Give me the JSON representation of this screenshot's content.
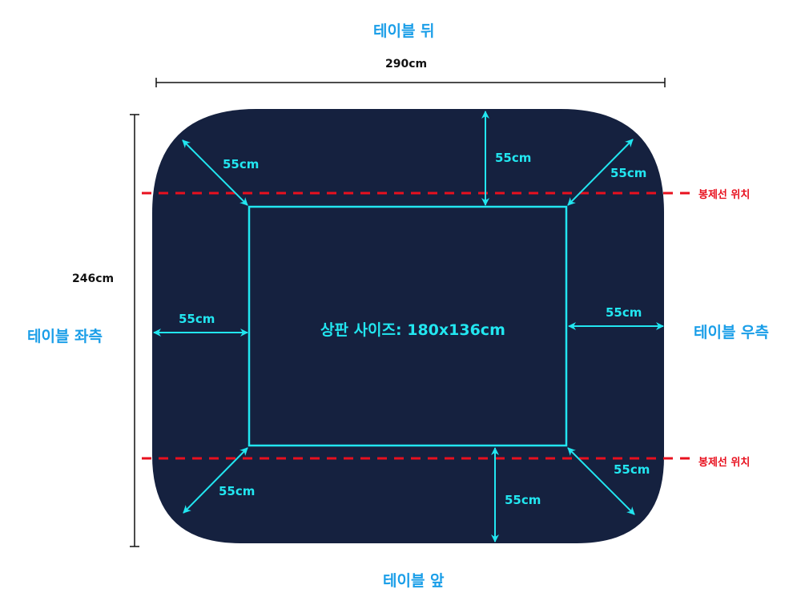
{
  "colors": {
    "table": "#15213f",
    "accent": "#22e6f0",
    "seam": "#e8101e",
    "side_label": "#1a9ee8"
  },
  "sides": {
    "back": "테이블 뒤",
    "front": "테이블 앞",
    "left": "테이블 좌측",
    "right": "테이블 우측"
  },
  "dimensions": {
    "width": "290cm",
    "height": "246cm"
  },
  "center_label": "상판 사이즈: 180x136cm",
  "seam_label": "봉제선 위치",
  "margins": {
    "tl": "55cm",
    "top": "55cm",
    "tr": "55cm",
    "left": "55cm",
    "right": "55cm",
    "bl": "55cm",
    "bottom": "55cm",
    "br": "55cm"
  }
}
